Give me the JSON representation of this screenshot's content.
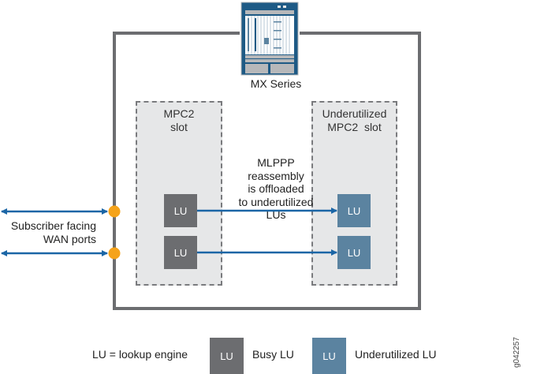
{
  "chassis": {
    "label": "MX Series",
    "icon": "router-chassis-icon"
  },
  "slots": [
    {
      "label_lines": [
        "MPC2",
        "slot"
      ],
      "type": "busy",
      "engines": [
        {
          "label": "LU"
        },
        {
          "label": "LU"
        }
      ]
    },
    {
      "label_lines": [
        "Underutilized",
        "MPC2  slot"
      ],
      "type": "underutilized",
      "engines": [
        {
          "label": "LU"
        },
        {
          "label": "LU"
        }
      ]
    }
  ],
  "annotation": {
    "lines": [
      "MLPPP",
      "reassembly",
      "is offloaded",
      "to underutilized",
      "LUs"
    ]
  },
  "wan": {
    "label_lines": [
      "Subscriber facing",
      "WAN ports"
    ],
    "port_count": 2
  },
  "legend": {
    "definition": "LU = lookup engine",
    "items": [
      {
        "swatch_label": "LU",
        "label": "Busy LU",
        "color": "#6c6d70"
      },
      {
        "swatch_label": "LU",
        "label": "Underutilized LU",
        "color": "#5b83a0"
      }
    ]
  },
  "figure_id": "g042257",
  "colors": {
    "frame": "#6c6d70",
    "busy_lu": "#6c6d70",
    "underutilized_lu": "#5b83a0",
    "arrow": "#1b66a6",
    "port": "#f5a31a",
    "slot_fill": "#e6e7e8",
    "chassis": "#1e5a85"
  }
}
